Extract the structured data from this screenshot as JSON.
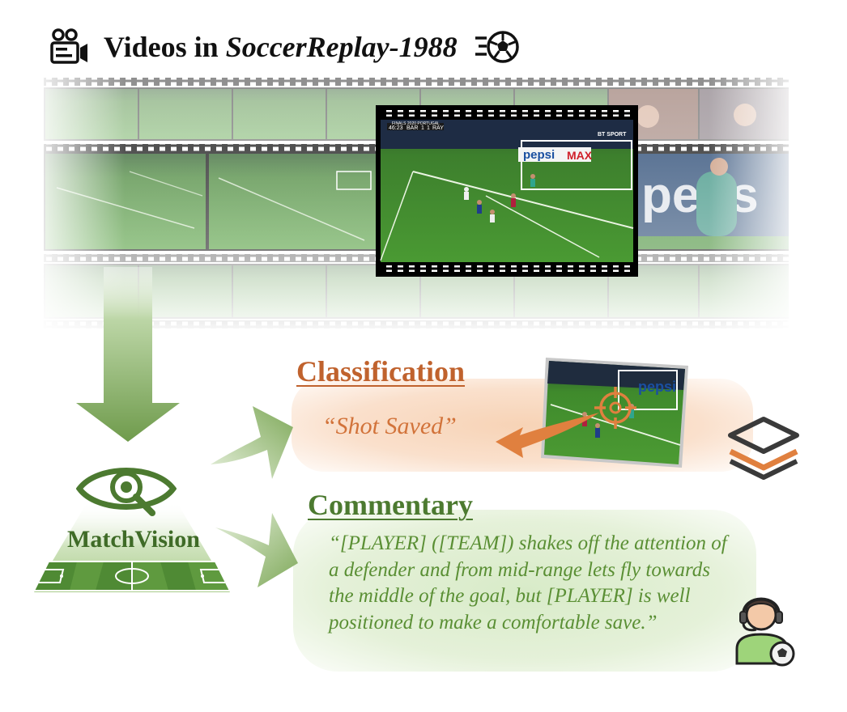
{
  "header": {
    "title_prefix": "Videos in ",
    "title_dataset": "SoccerReplay-1988"
  },
  "classification": {
    "title": "Classification",
    "label": "“Shot Saved”"
  },
  "commentary": {
    "title": "Commentary",
    "text": "“[PLAYER] ([TEAM]) shakes off the attention of a defender and from mid-range lets fly towards the middle of the goal, but [PLAYER] is well positioned to make a comfortable save.”"
  },
  "model": {
    "name": "MatchVision"
  },
  "frame_overlays": {
    "scoreboard_home": "BAR",
    "scoreboard_away": "RAY",
    "score_home": "1",
    "score_away": "1",
    "clock": "46:23",
    "broadcaster": "BT SPORT",
    "event_banner": "FINALS 2020 PORTUGAL",
    "ad_brand": "pepsi",
    "ad_brand_suffix": "MAX"
  },
  "icons": {
    "header_left": "video-camera-icon",
    "header_right": "soccer-ball-icon",
    "layers": "layers-icon",
    "commentator": "commentator-headset-icon",
    "model_eye": "eye-search-icon"
  },
  "colors": {
    "classification": "#c0622d",
    "commentary": "#4c7a30",
    "arrow_green": "#6f9b4c",
    "arrow_orange": "#e0803f",
    "pitch": "#3f8a2c"
  }
}
